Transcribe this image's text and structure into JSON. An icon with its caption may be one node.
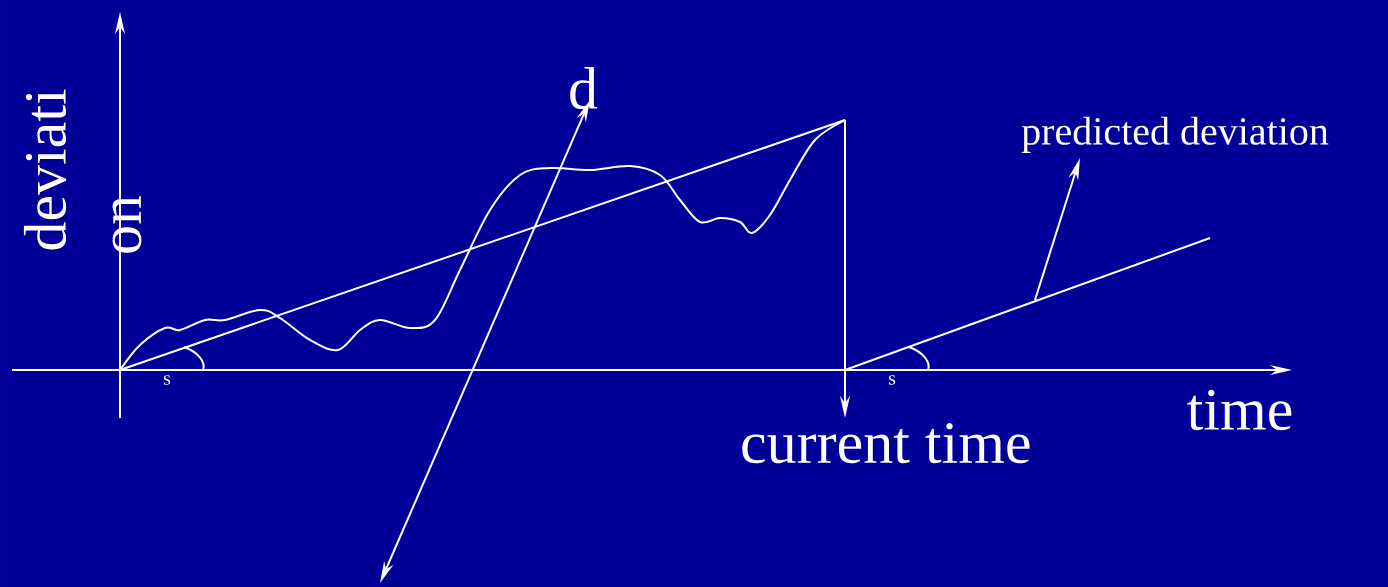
{
  "diagram": {
    "nodes": [
      {
        "text": [
          "current time"
        ]
      },
      {
        "text": [
          "predicted deviation"
        ]
      }
    ],
    "edges": [
      {
        "from": null,
        "to": 0,
        "arrow": "to"
      },
      {
        "from": null,
        "to": 1,
        "arrow": "to"
      }
    ],
    "labels": [
      "d",
      "deviati",
      "on",
      "s",
      "s",
      "time"
    ]
  }
}
